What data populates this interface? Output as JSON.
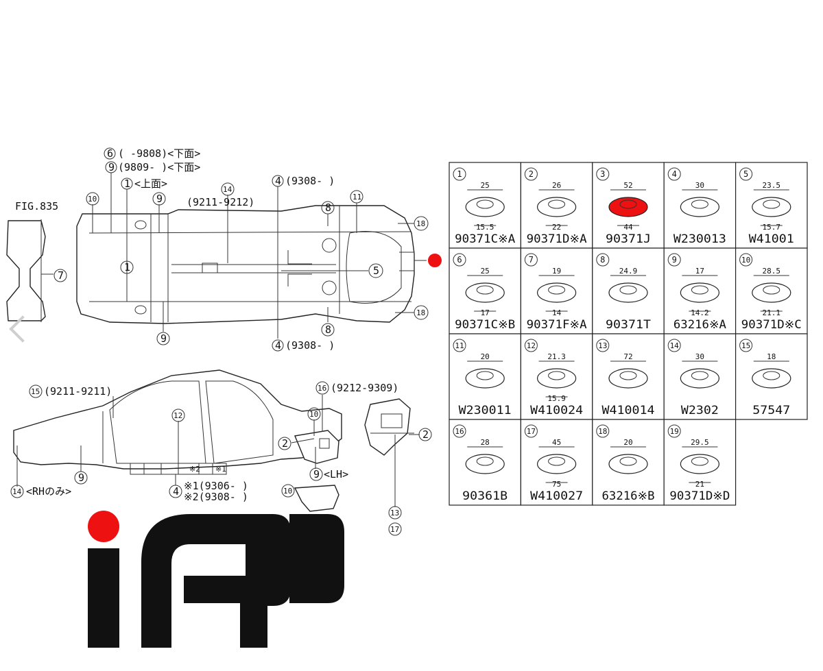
{
  "diagram": {
    "fig_ref": "FIG.835",
    "top_view_labels": [
      {
        "id": "l6",
        "num": "6",
        "text": "( -9808)<下面>"
      },
      {
        "id": "l9a",
        "num": "9",
        "text": "(9809- )<下面>"
      },
      {
        "id": "l1a",
        "num": "1",
        "text": "<上面>"
      },
      {
        "id": "l14a",
        "num": "14",
        "text": ""
      },
      {
        "id": "l14r",
        "num": "",
        "text": "(9211-9212)"
      },
      {
        "id": "l4a",
        "num": "4",
        "text": "(9308- )"
      },
      {
        "id": "l4b",
        "num": "4",
        "text": "(9308- )"
      },
      {
        "id": "l10a",
        "num": "10",
        "text": ""
      },
      {
        "id": "l9b",
        "num": "9",
        "text": ""
      },
      {
        "id": "l8a",
        "num": "8",
        "text": ""
      },
      {
        "id": "l11",
        "num": "11",
        "text": ""
      },
      {
        "id": "l18a",
        "num": "18",
        "text": ""
      },
      {
        "id": "l18b",
        "num": "18",
        "text": ""
      },
      {
        "id": "l1b",
        "num": "1",
        "text": ""
      },
      {
        "id": "l5",
        "num": "5",
        "text": ""
      },
      {
        "id": "l8b",
        "num": "8",
        "text": ""
      },
      {
        "id": "l9c",
        "num": "9",
        "text": ""
      },
      {
        "id": "l7",
        "num": "7",
        "text": ""
      }
    ],
    "side_view_labels": [
      {
        "id": "s15",
        "num": "15",
        "text": "(9211-9211)"
      },
      {
        "id": "s16",
        "num": "16",
        "text": "(9212-9309)"
      },
      {
        "id": "s12",
        "num": "12",
        "text": ""
      },
      {
        "id": "s10a",
        "num": "10",
        "text": ""
      },
      {
        "id": "s2a",
        "num": "2",
        "text": ""
      },
      {
        "id": "s2b",
        "num": "2",
        "text": ""
      },
      {
        "id": "s9a",
        "num": "9",
        "text": "<LH>"
      },
      {
        "id": "s9b",
        "num": "9",
        "text": ""
      },
      {
        "id": "s14",
        "num": "14",
        "text": "<RHのみ>"
      },
      {
        "id": "s4",
        "num": "4",
        "text": "※1(9306- )"
      },
      {
        "id": "s4b",
        "num": "",
        "text": "※2(9308- )"
      },
      {
        "id": "s10b",
        "num": "10",
        "text": ""
      },
      {
        "id": "s13",
        "num": "13",
        "text": ""
      },
      {
        "id": "s17",
        "num": "17",
        "text": ""
      },
      {
        "id": "sx2",
        "num": "",
        "text": "※2"
      },
      {
        "id": "sx1",
        "num": "",
        "text": "※1"
      }
    ],
    "highlight_color": "#ee1111"
  },
  "parts": [
    {
      "num": "1",
      "part_no": "90371C※A",
      "dims": [
        "25",
        "15.5"
      ]
    },
    {
      "num": "2",
      "part_no": "90371D※A",
      "dims": [
        "26",
        "22"
      ]
    },
    {
      "num": "3",
      "part_no": "90371J",
      "dims": [
        "52",
        "44"
      ],
      "highlighted": true
    },
    {
      "num": "4",
      "part_no": "W230013",
      "dims": [
        "30"
      ]
    },
    {
      "num": "5",
      "part_no": "W41001",
      "dims": [
        "23.5",
        "15.7"
      ]
    },
    {
      "num": "6",
      "part_no": "90371C※B",
      "dims": [
        "25",
        "17"
      ]
    },
    {
      "num": "7",
      "part_no": "90371F※A",
      "dims": [
        "19",
        "14"
      ]
    },
    {
      "num": "8",
      "part_no": "90371T",
      "dims": [
        "24.9"
      ]
    },
    {
      "num": "9",
      "part_no": "63216※A",
      "dims": [
        "17",
        "14.2"
      ]
    },
    {
      "num": "10",
      "part_no": "90371D※C",
      "dims": [
        "28.5",
        "21.1"
      ]
    },
    {
      "num": "11",
      "part_no": "W230011",
      "dims": [
        "20"
      ]
    },
    {
      "num": "12",
      "part_no": "W410024",
      "dims": [
        "21.3",
        "15.9"
      ]
    },
    {
      "num": "13",
      "part_no": "W410014",
      "dims": [
        "72"
      ]
    },
    {
      "num": "14",
      "part_no": "W2302",
      "dims": [
        "30"
      ]
    },
    {
      "num": "15",
      "part_no": "57547",
      "dims": [
        "18"
      ]
    },
    {
      "num": "16",
      "part_no": "90361B",
      "dims": [
        "28"
      ]
    },
    {
      "num": "17",
      "part_no": "W410027",
      "dims": [
        "45",
        "75"
      ]
    },
    {
      "num": "18",
      "part_no": "63216※B",
      "dims": [
        "20"
      ]
    },
    {
      "num": "19",
      "part_no": "90371D※D",
      "dims": [
        "29.5",
        "21"
      ]
    }
  ],
  "logo": {
    "text": "iCP",
    "dot_color": "#ee1111",
    "color": "#111111"
  },
  "icons": {
    "prev": "chevron-left-icon"
  }
}
